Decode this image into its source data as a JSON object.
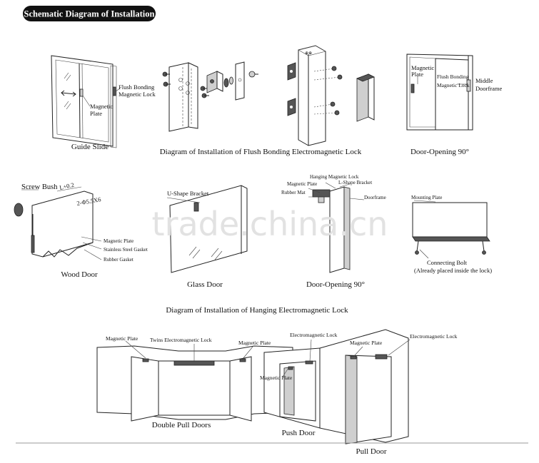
{
  "header": {
    "title": "Schematic Diagram of Installation"
  },
  "watermark": "trade.china.cn",
  "row1": {
    "guide_slide": {
      "caption": "Guide Slide",
      "label_flush_1": "Flush Bonding",
      "label_flush_2": "Magnetic Lock",
      "label_plate_1": "Magnetic",
      "label_plate_2": "Plate"
    },
    "flush_caption": "Diagram of Installation of Flush Bonding Electromagnetic Lock",
    "door90": {
      "caption": "Door-Opening 90°",
      "label_plate_1": "Magnetic",
      "label_plate_2": "Plate",
      "label_flush_1": "Flush Bonding",
      "label_flush_2": "Magnetic Lock",
      "label_frame_1": "Middle",
      "label_frame_2": "Doorframe"
    }
  },
  "row2": {
    "wood_door": {
      "caption": "Wood Door",
      "label_screw": "Screw Bush",
      "label_dim1": "L+0.2",
      "label_dim2": "2-Φ5.5X6",
      "label_plate": "Magnetic Plate",
      "label_gasket": "Stainless Steel Gasket",
      "label_rubber": "Rubber Gasket"
    },
    "glass_door": {
      "caption": "Glass Door",
      "label_bracket": "U-Shape Bracket"
    },
    "door90b": {
      "caption": "Door-Opening 90°",
      "label_hang": "Hanging Magnetic Lock",
      "label_plate": "Magnetic Plate",
      "label_lbracket": "L-Shape Bracket",
      "label_mat": "Rubber Mat",
      "label_frame": "Doorframe"
    },
    "bolt": {
      "label_mount": "Mounting Plate",
      "label_bolt_1": "Connecting Bolt",
      "label_bolt_2": "(Already placed inside the lock)"
    }
  },
  "hanging_caption": "Diagram of Installation of Hanging Electromagnetic Lock",
  "row3": {
    "double": {
      "caption": "Double Pull Doors",
      "label_plate_left": "Magnetic Plate",
      "label_twins": "Twins Electromagnetic Lock",
      "label_plate_right": "Magnetic Plate"
    },
    "push": {
      "caption": "Push Door",
      "label_lock": "Electromagnetic Lock",
      "label_plate": "Magnetic Plate"
    },
    "pull": {
      "caption": "Pull Door",
      "label_plate": "Magnetic Plate",
      "label_lock": "Electromagnetic Lock"
    }
  }
}
